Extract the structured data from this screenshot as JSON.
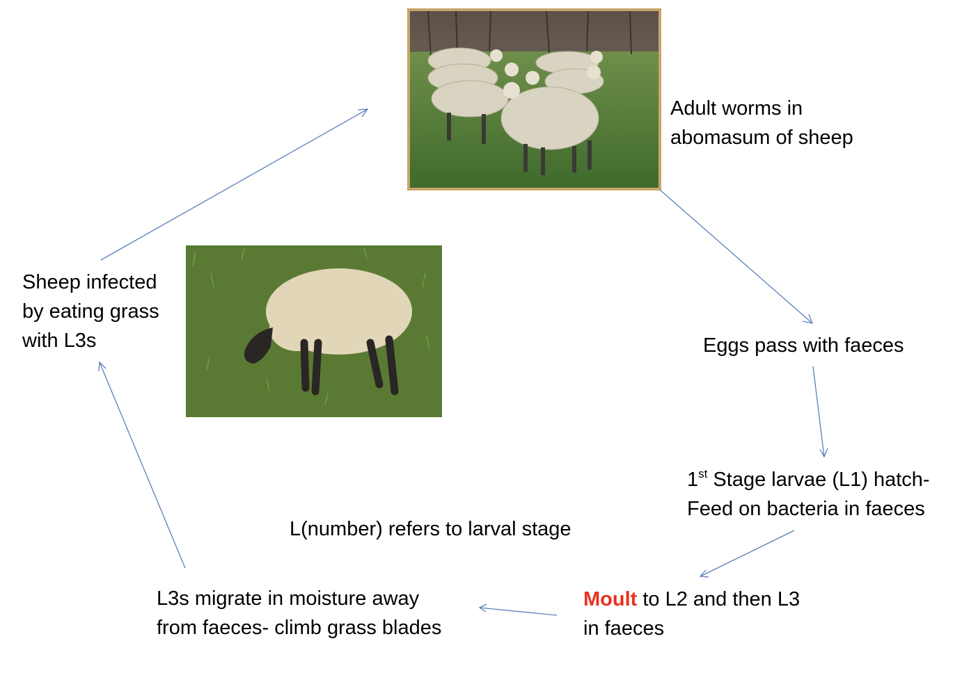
{
  "nodes": {
    "adult_worms": {
      "line1": "Adult worms in",
      "line2": "abomasum of sheep"
    },
    "eggs": {
      "text": "Eggs pass with faeces"
    },
    "l1": {
      "sup_prefix": "1",
      "sup": "st",
      "line1_rest": " Stage larvae (L1) hatch-",
      "line2": "Feed on bacteria in faeces"
    },
    "moult": {
      "accent": "Moult",
      "line1_rest": " to L2 and then L3",
      "line2": "in faeces"
    },
    "migrate": {
      "line1": "L3s migrate in moisture away",
      "line2": "from faeces- climb grass blades"
    },
    "infected": {
      "line1": "Sheep infected",
      "line2": "by eating grass",
      "line3": "with L3s"
    }
  },
  "note": {
    "text": "L(number) refers to larval stage"
  },
  "colors": {
    "arrow": "#5b80b8",
    "accent": "#e8321f",
    "grass": "#5a7a34"
  },
  "icons": {
    "flock_photo": "sheep-flock-photo",
    "grazing_photo": "grazing-sheep-photo"
  }
}
